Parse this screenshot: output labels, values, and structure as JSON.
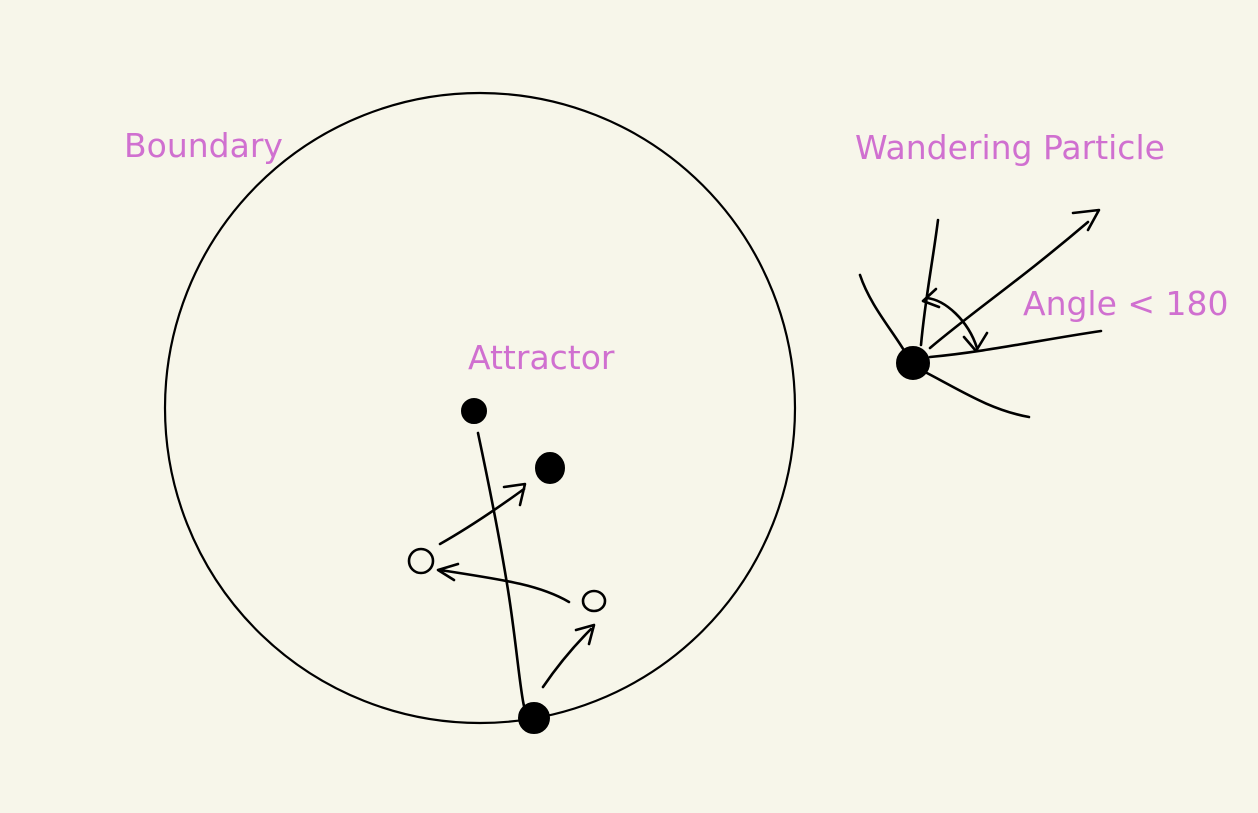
{
  "labels": {
    "boundary": "Boundary",
    "attractor": "Attractor",
    "wandering_particle": "Wandering Particle",
    "angle": "Angle < 180"
  },
  "colors": {
    "background": "#f7f6ea",
    "label": "#d070d0",
    "ink": "#000000"
  }
}
